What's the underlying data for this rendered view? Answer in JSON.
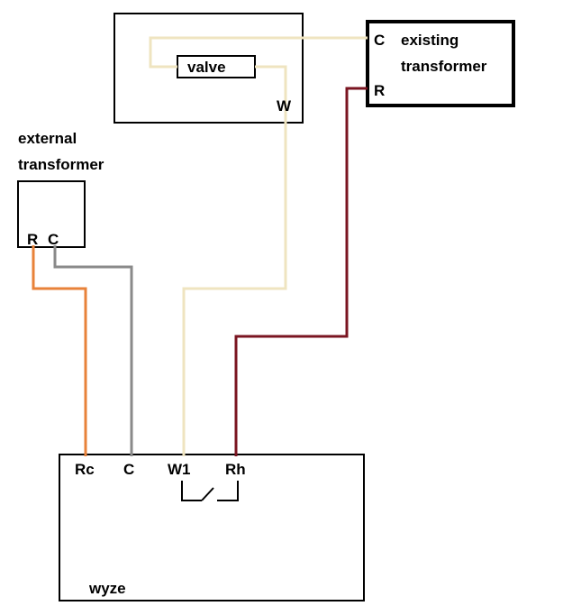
{
  "colors": {
    "cream_wire": "#efe4c0",
    "dark_red_wire": "#7a1420",
    "orange_wire": "#e8823a",
    "gray_wire": "#8a8a8a",
    "outline": "#000000"
  },
  "valve_box": {
    "valve_label": "valve",
    "w_terminal": "W"
  },
  "existing_transformer": {
    "title_line1": "existing",
    "title_line2": "transformer",
    "c_terminal": "C",
    "r_terminal": "R"
  },
  "external_transformer": {
    "title_line1": "external",
    "title_line2": "transformer",
    "r_terminal": "R",
    "c_terminal": "C"
  },
  "wyze": {
    "label": "wyze",
    "terminals": {
      "rc": "Rc",
      "c": "C",
      "w1": "W1",
      "rh": "Rh"
    }
  }
}
